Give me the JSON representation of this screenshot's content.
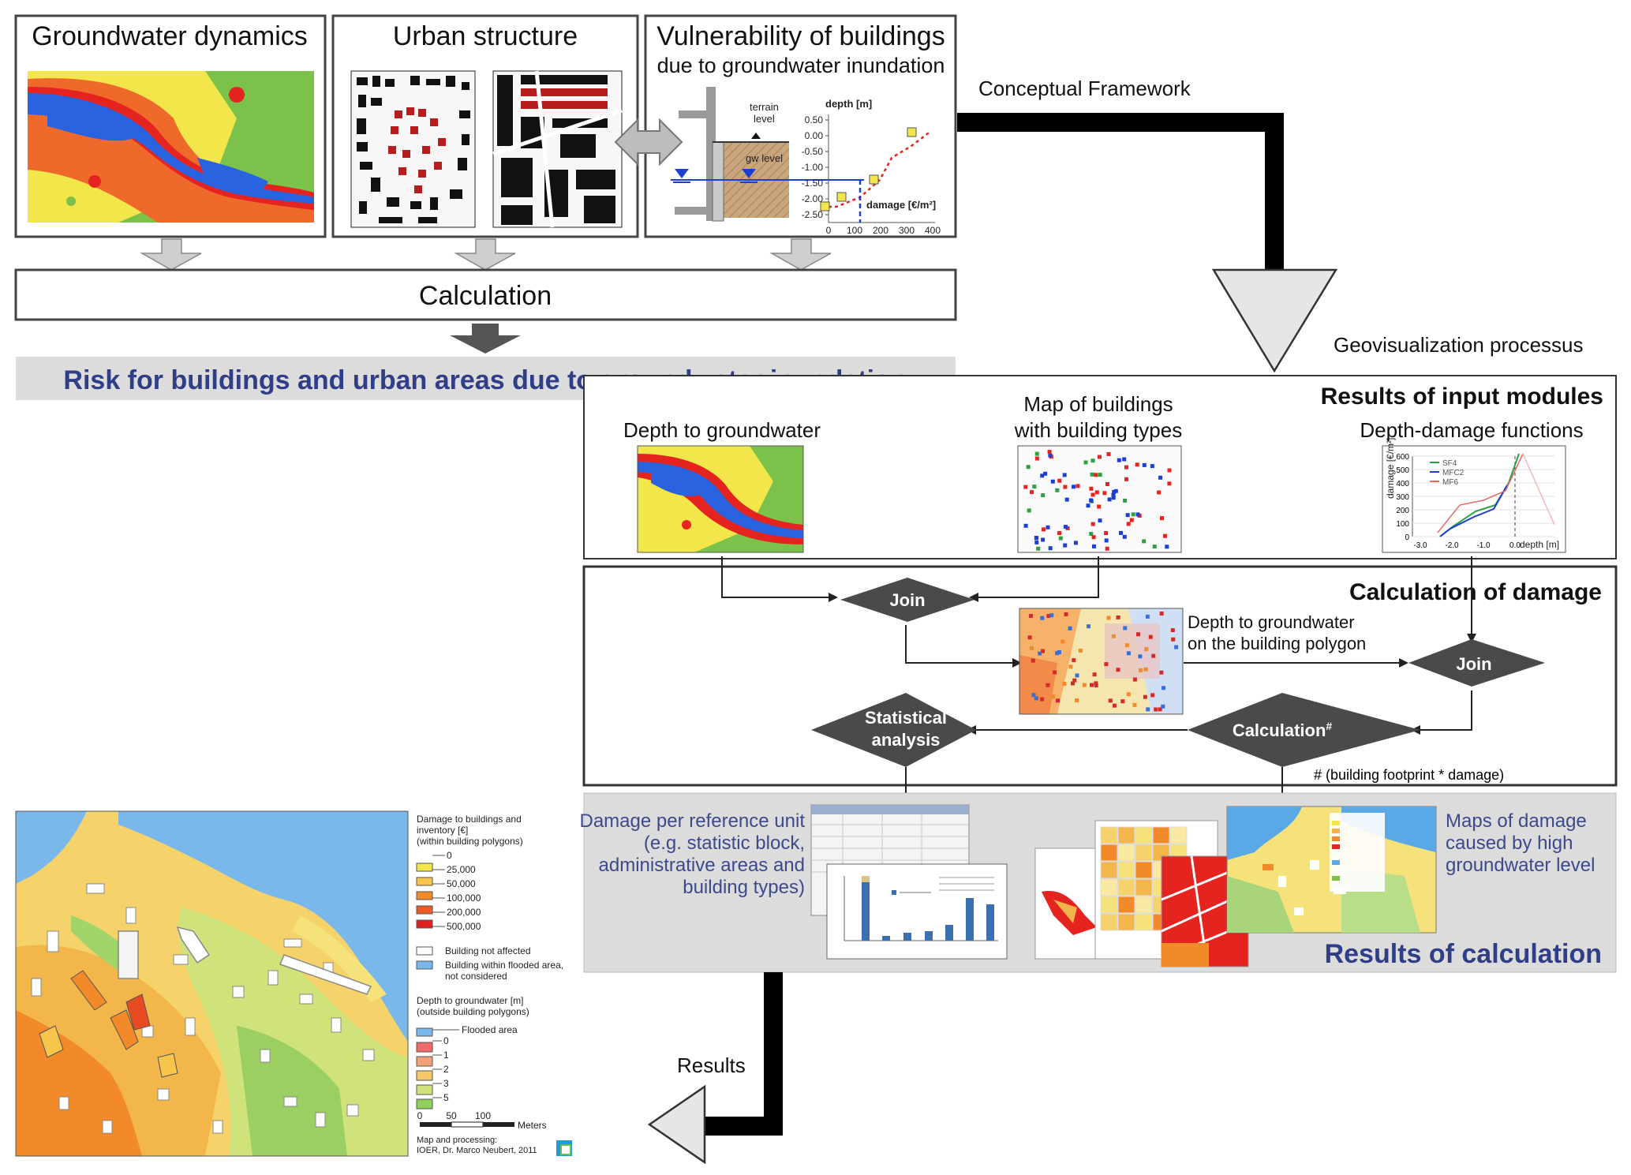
{
  "top": {
    "groundwater_title": "Groundwater dynamics",
    "urban_title": "Urban structure",
    "vuln_title": "Vulnerability of buildings",
    "vuln_subtitle": "due to groundwater inundation",
    "vuln_chart": {
      "terrain_level": "terrain level",
      "gw_level": "gw level",
      "y_label": "depth [m]",
      "x_label": "damage [€/m²]",
      "y_ticks": [
        "0.50",
        "0.00",
        "-0.50",
        "-1.00",
        "-1.50",
        "-2.00",
        "-2.50"
      ],
      "x_ticks": [
        "0",
        "100",
        "200",
        "300",
        "400"
      ]
    },
    "calculation": "Calculation",
    "risk": "Risk for buildings and urban areas due to groundwater inundation"
  },
  "framework": {
    "conceptual": "Conceptual Framework",
    "geovis": "Geovisualization processus",
    "results": "Results"
  },
  "inputs": {
    "header": "Results of input modules",
    "depth": "Depth to groundwater",
    "buildings_line1": "Map of buildings",
    "buildings_line2": "with building types",
    "functions": "Depth-damage functions",
    "dd_chart": {
      "y_label": "damage [€/m²]",
      "x_label": "depth [m]",
      "y_ticks": [
        "600",
        "500",
        "400",
        "300",
        "200",
        "100",
        "0"
      ],
      "x_ticks": [
        "-3.0",
        "-2.0",
        "-1.0",
        "0.0"
      ],
      "legend": [
        "SF4",
        "MFC2",
        "MF6"
      ]
    }
  },
  "calc": {
    "header": "Calculation of damage",
    "join": "Join",
    "join2": "Join",
    "polygon_line1": "Depth to groundwater",
    "polygon_line2": "on the building polygon",
    "stat_line1": "Statistical",
    "stat_line2": "analysis",
    "calculation": "Calculation",
    "calc_mark": "#",
    "footnote": "# (building footprint * damage)"
  },
  "results": {
    "header": "Results of calculation",
    "ref_lines": [
      "Damage per reference unit",
      "(e.g. statistic block,",
      "administrative areas and",
      "building types)"
    ],
    "maps_lines": [
      "Maps of damage",
      "caused by high",
      "groundwater level"
    ]
  },
  "legend": {
    "title_lines": [
      "Damage to buildings and",
      "inventory [€]",
      "(within building polygons)"
    ],
    "damage_classes": [
      "0",
      "25,000",
      "50,000",
      "100,000",
      "200,000",
      "500,000"
    ],
    "not_affected": "Building not affected",
    "flooded_lines": [
      "Building within flooded area,",
      "not considered"
    ],
    "depth_title_lines": [
      "Depth to groundwater [m]",
      "(outside building polygons)"
    ],
    "flooded_area": "Flooded area",
    "depth_classes": [
      "0",
      "1",
      "2",
      "3",
      "5"
    ],
    "scale": [
      "0",
      "50",
      "100"
    ],
    "scale_unit": "Meters",
    "credit_lines": [
      "Map and processing:",
      "IOER, Dr. Marco Neubert, 2011"
    ]
  },
  "colors": {
    "water": "#2a63e0",
    "land_green": "#7cc24a",
    "red": "#e52420",
    "yellow": "#f3e64a",
    "node": "#4a4a4a",
    "panel_grey": "#dedede",
    "blue_text": "#2f3e86"
  }
}
